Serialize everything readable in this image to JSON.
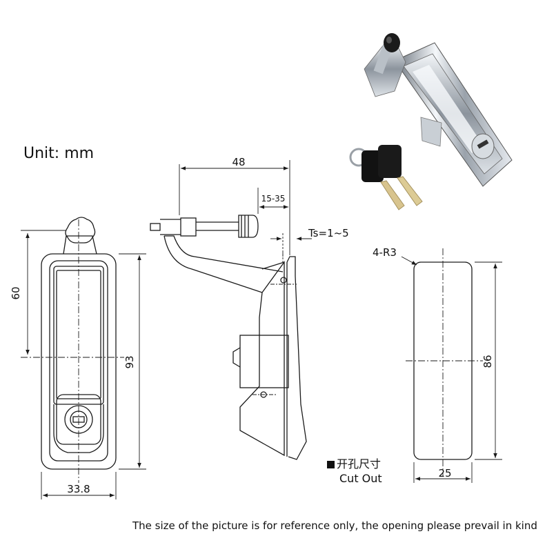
{
  "unit_label": "Unit: mm",
  "dimensions": {
    "front_height_top": "60",
    "front_height_total": "93",
    "front_width": "33.8",
    "side_depth": "48",
    "side_range": "15-35",
    "side_thickness": "Ts=1~5",
    "cutout_radius": "4-R3",
    "cutout_height": "86",
    "cutout_width": "25"
  },
  "cutout_label_cn": "开孔尺寸",
  "cutout_label_en": "Cut Out",
  "footnote": "The size of the picture is for reference only, the opening please prevail in kind",
  "colors": {
    "line": "#1a1a1a",
    "chrome_dark": "#3a3f45",
    "chrome_light": "#e9edf1",
    "key_black": "#111111",
    "key_gold": "#d8c48e"
  }
}
